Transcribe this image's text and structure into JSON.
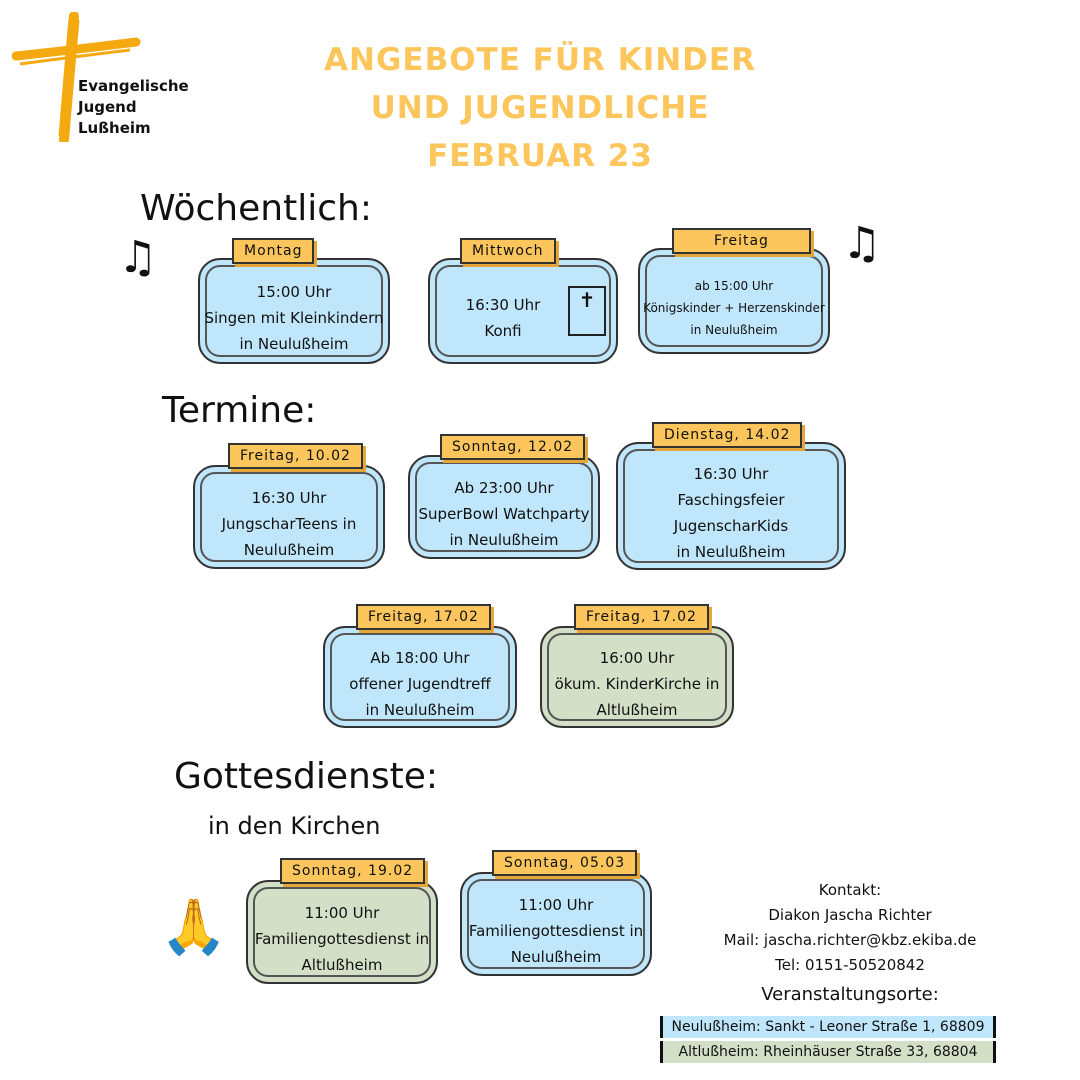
{
  "logo": {
    "lines": [
      "Evangelische",
      "Jugend",
      "Lußheim"
    ]
  },
  "title": [
    "ANGEBOTE FÜR KINDER",
    "UND JUGENDLICHE",
    "FEBRUAR 23"
  ],
  "weekly": {
    "heading": "Wöchentlich:",
    "items": [
      {
        "tag": "Montag",
        "lines": [
          "15:00 Uhr",
          "Singen mit Kleinkindern",
          "in Neulußheim"
        ]
      },
      {
        "tag": "Mittwoch",
        "lines": [
          "16:30 Uhr",
          "Konfi"
        ]
      },
      {
        "tag": "Freitag",
        "lines": [
          "ab 15:00 Uhr",
          "Königskinder + Herzenskinder",
          "in Neulußheim"
        ]
      }
    ]
  },
  "termine": {
    "heading": "Termine:",
    "items": [
      {
        "tag": "Freitag, 10.02",
        "lines": [
          "16:30 Uhr",
          "JungscharTeens in",
          "Neulußheim"
        ]
      },
      {
        "tag": "Sonntag, 12.02",
        "lines": [
          "Ab 23:00 Uhr",
          "SuperBowl Watchparty",
          "in Neulußheim"
        ]
      },
      {
        "tag": "Dienstag, 14.02",
        "lines": [
          "16:30 Uhr",
          "Faschingsfeier",
          "JugenscharKids",
          "in Neulußheim"
        ]
      },
      {
        "tag": "Freitag, 17.02",
        "lines": [
          "Ab 18:00 Uhr",
          "offener Jugendtreff",
          "in Neulußheim"
        ]
      },
      {
        "tag": "Freitag, 17.02",
        "lines": [
          "16:00 Uhr",
          "ökum. KinderKirche in",
          "Altlußheim"
        ]
      }
    ]
  },
  "gottesdienste": {
    "heading": "Gottesdienste:",
    "sub": "in den Kirchen",
    "items": [
      {
        "tag": "Sonntag, 19.02",
        "lines": [
          "11:00 Uhr",
          "Familiengottesdienst in",
          "Altlußheim"
        ]
      },
      {
        "tag": "Sonntag, 05.03",
        "lines": [
          "11:00 Uhr",
          "Familiengottesdienst in",
          "Neulußheim"
        ]
      }
    ]
  },
  "contact": {
    "lines": [
      "Kontakt:",
      "Diakon Jascha Richter",
      "Mail: jascha.richter@kbz.ekiba.de",
      "Tel: 0151-50520842"
    ],
    "venues_heading": "Veranstaltungsorte:",
    "venues": [
      "Neulußheim: Sankt - Leoner Straße 1, 68809",
      "Altlußheim: Rheinhäuser Straße 33, 68804"
    ]
  },
  "colors": {
    "orange": "#fcc65c",
    "blue": "#bfe6fb",
    "green": "#d3e0c7"
  }
}
